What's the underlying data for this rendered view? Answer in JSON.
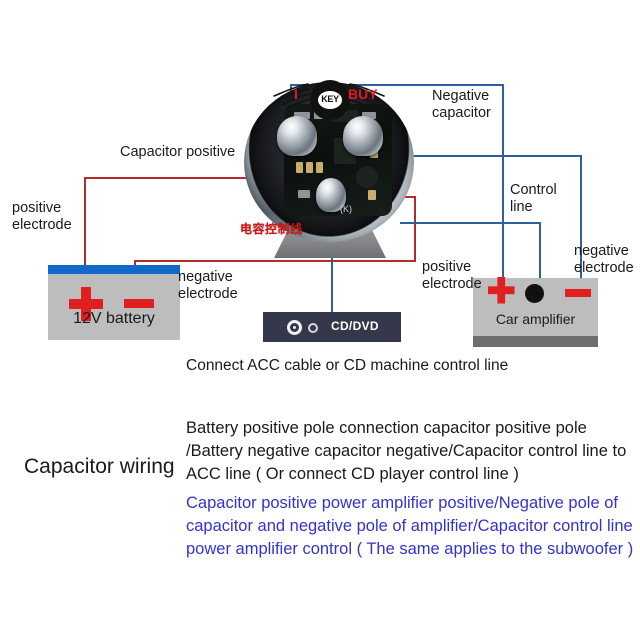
{
  "diagram": {
    "title": "Capacitor wiring",
    "watermark": {
      "left_text": "I",
      "ring_text": "KEY",
      "right_text": "BUY"
    },
    "devices": {
      "battery": {
        "name": "12V battery",
        "plus": "+",
        "minus": "-"
      },
      "amplifier": {
        "name": "Car amplifier",
        "plus": "+",
        "minus": "-"
      },
      "cd_player": {
        "name": "CD/DVD"
      },
      "capacitor": {
        "chinese_label": "电容控制线",
        "terminal_mark": "(K)"
      }
    },
    "callouts": {
      "capacitor_positive": "Capacitor positive",
      "negative_capacitor": "Negative\ncapacitor",
      "control_line": "Control\nline",
      "battery_positive_electrode": "positive\nelectrode",
      "battery_negative_electrode": "negative\nelectrode",
      "amp_positive_electrode": "positive\nelectrode",
      "amp_negative_electrode": "negative\nelectrode"
    },
    "captions": {
      "acc_cable": "Connect ACC cable or CD machine control line"
    },
    "description": {
      "black": "Battery positive pole connection capacitor positive pole /Battery negative capacitor negative/Capacitor control line to ACC line ( Or connect CD player control line )",
      "blue": "Capacitor positive power amplifier positive/Negative pole of capacitor and negative pole of amplifier/Capacitor control line power amplifier control  ( The same applies to the subwoofer )"
    },
    "colors": {
      "red_wire": "#b52a2a",
      "blue_wire": "#2e5fa3",
      "battery_top": "#1268c8",
      "terminal_red": "#e02020",
      "blue_text": "#3333cc",
      "chinese_red": "#d81414"
    }
  }
}
